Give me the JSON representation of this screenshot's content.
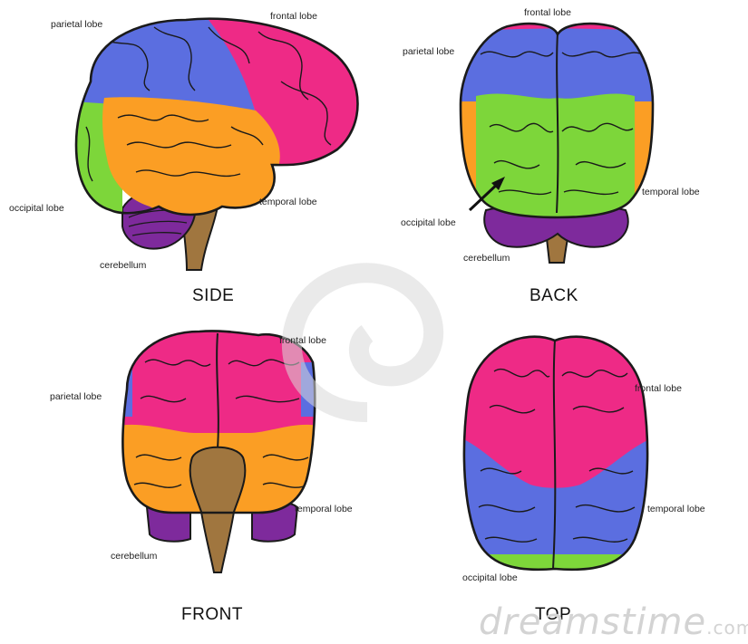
{
  "colors": {
    "frontal": "#ee2a86",
    "parietal": "#5b6ee0",
    "temporal": "#fb9e24",
    "occipital": "#7dd63a",
    "cerebellum": "#7e2a9c",
    "stem": "#a0763f",
    "outline": "#1a1a1a",
    "watermark": "#d3d3d3"
  },
  "views": {
    "side": {
      "title": "SIDE",
      "labels": {
        "parietal": "parietal lobe",
        "frontal": "frontal lobe",
        "occipital": "occipital lobe",
        "temporal": "temporal lobe",
        "cerebellum": "cerebellum"
      }
    },
    "back": {
      "title": "BACK",
      "labels": {
        "frontal": "frontal lobe",
        "parietal": "parietal lobe",
        "temporal": "temporal lobe",
        "occipital": "occipital lobe",
        "cerebellum": "cerebellum"
      }
    },
    "front": {
      "title": "FRONT",
      "labels": {
        "frontal": "frontal lobe",
        "parietal": "parietal lobe",
        "temporal": "temporal lobe",
        "cerebellum": "cerebellum"
      }
    },
    "top": {
      "title": "TOP",
      "labels": {
        "frontal": "frontal lobe",
        "temporal": "temporal lobe",
        "occipital": "occipital lobe"
      }
    }
  },
  "watermark": {
    "main": "dreamstime",
    "suffix": ".com"
  }
}
